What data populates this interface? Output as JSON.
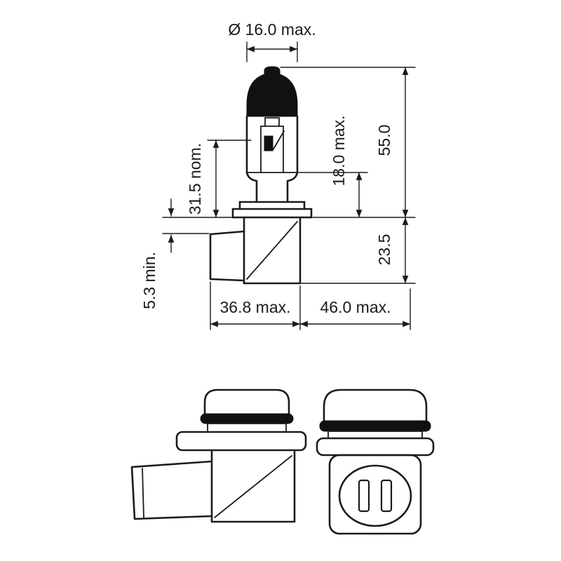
{
  "drawing": {
    "type": "technical-dimension-drawing",
    "subject": "halogen bulb with right-angle base, side and front views",
    "colors": {
      "line": "#1b1b1b",
      "background": "#ffffff"
    },
    "dims": {
      "diameter": "Ø 16.0 max.",
      "tip_to_ref": "31.5 nom.",
      "bulb_height": "18.0 max.",
      "overall_height": "55.0",
      "base_depth": "23.5",
      "seating": "5.3 min.",
      "body_width": "36.8 max.",
      "overall_length": "46.0 max."
    }
  }
}
